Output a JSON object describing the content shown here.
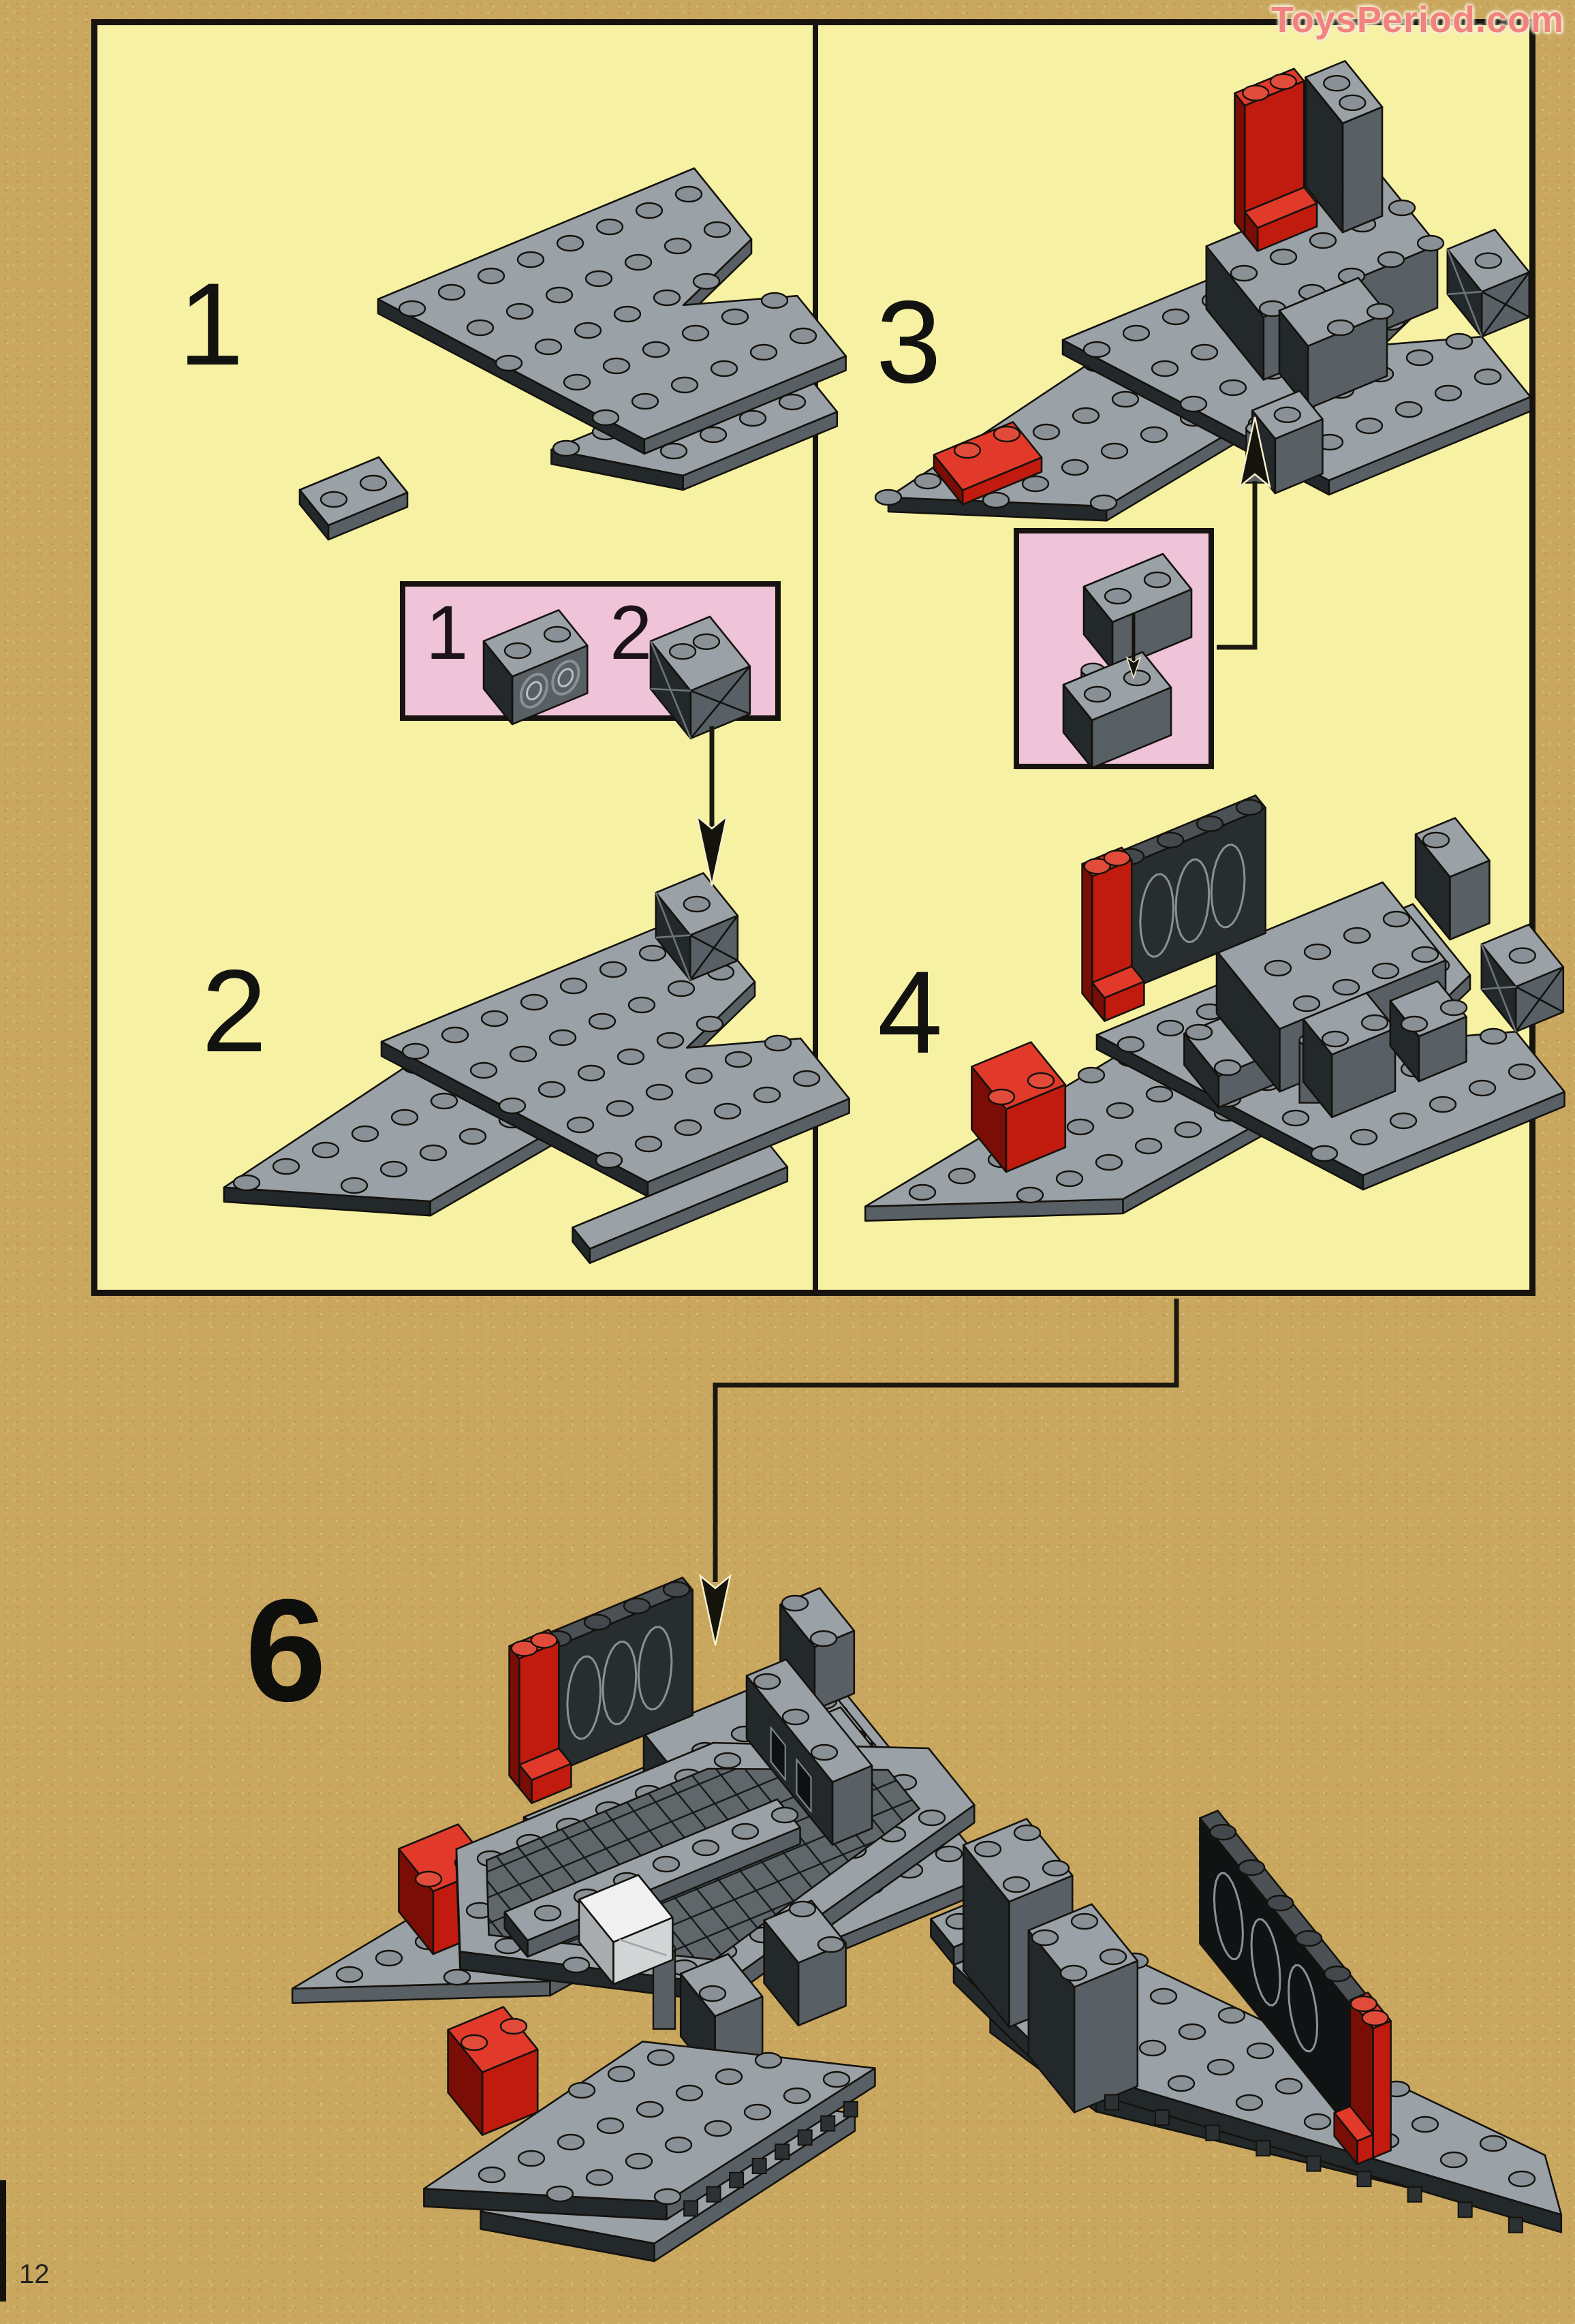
{
  "watermark": "ToysPeriod.com",
  "page_number": "12",
  "panel": {
    "step1_label": "1",
    "step2_label": "2",
    "step3_label": "3",
    "step4_label": "4",
    "callout_a": {
      "label_1": "1",
      "label_2": "2"
    }
  },
  "main_step_label": "6",
  "icons": {
    "arrow_down": "assembly-direction-down",
    "arrow_up": "assembly-direction-up",
    "elbow_connector": "subassembly-placement"
  },
  "colors": {
    "background_tan": "#c9a75f",
    "panel_yellow": "#f7f1a3",
    "callout_pink": "#efc3d8",
    "line_black": "#17130e",
    "brick_red": "#d92a1c",
    "brick_gray_top": "#9ba2a7",
    "brick_gray_shadow": "#23282b",
    "brick_white": "#eff0ef",
    "watermark_pink": "#f2827e"
  }
}
